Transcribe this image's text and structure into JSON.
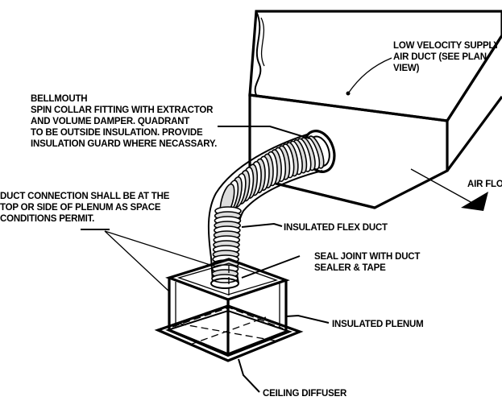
{
  "labels": {
    "supply_duct": [
      "LOW VELOCITY SUPPLY",
      "AIR DUCT (SEE PLAN",
      "VIEW)"
    ],
    "bellmouth": [
      "BELLMOUTH",
      "SPIN COLLAR FITTING WITH EXTRACTOR",
      "AND VOLUME DAMPER. QUADRANT",
      "TO BE OUTSIDE INSULATION. PROVIDE",
      "INSULATION GUARD WHERE NECASSARY."
    ],
    "duct_connection": [
      "DUCT CONNECTION SHALL BE AT THE",
      "TOP OR SIDE OF PLENUM AS SPACE",
      "CONDITIONS PERMIT."
    ],
    "air_flow": "AIR FLOW",
    "flex_duct": "INSULATED FLEX DUCT",
    "seal_joint": [
      "SEAL JOINT WITH DUCT",
      "SEALER & TAPE"
    ],
    "plenum": "INSULATED PLENUM",
    "diffuser": "CEILING DIFFUSER"
  }
}
